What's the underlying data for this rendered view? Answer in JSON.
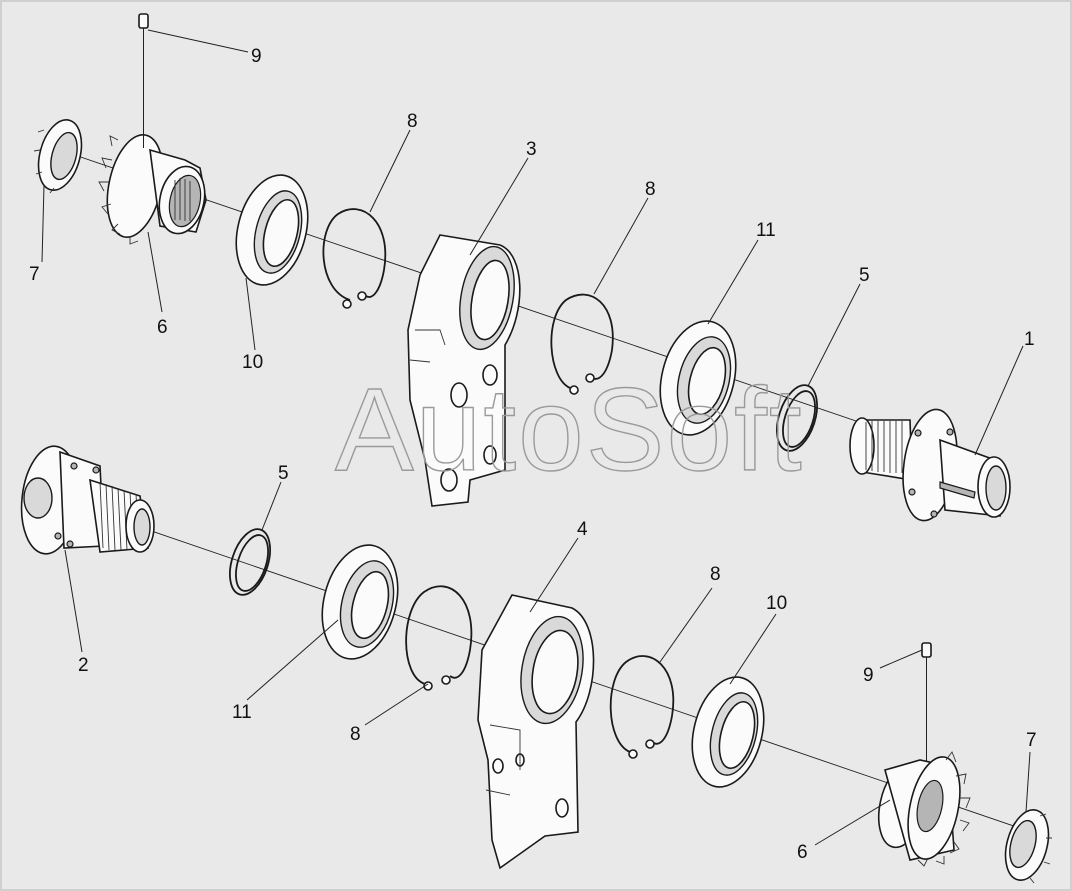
{
  "drawing": {
    "watermark": "AutoSoft",
    "callouts": {
      "c1": "1",
      "c2": "2",
      "c3": "3",
      "c4": "4",
      "c5a": "5",
      "c5b": "5",
      "c6a": "6",
      "c6b": "6",
      "c7a": "7",
      "c7b": "7",
      "c8a": "8",
      "c8b": "8",
      "c8c": "8",
      "c8d": "8",
      "c9a": "9",
      "c9b": "9",
      "c10a": "10",
      "c10b": "10",
      "c11a": "11",
      "c11b": "11"
    }
  },
  "colors": {
    "background": "#e9e9e9",
    "line": "#1a1a1a",
    "watermark": "#9a9a9a"
  }
}
